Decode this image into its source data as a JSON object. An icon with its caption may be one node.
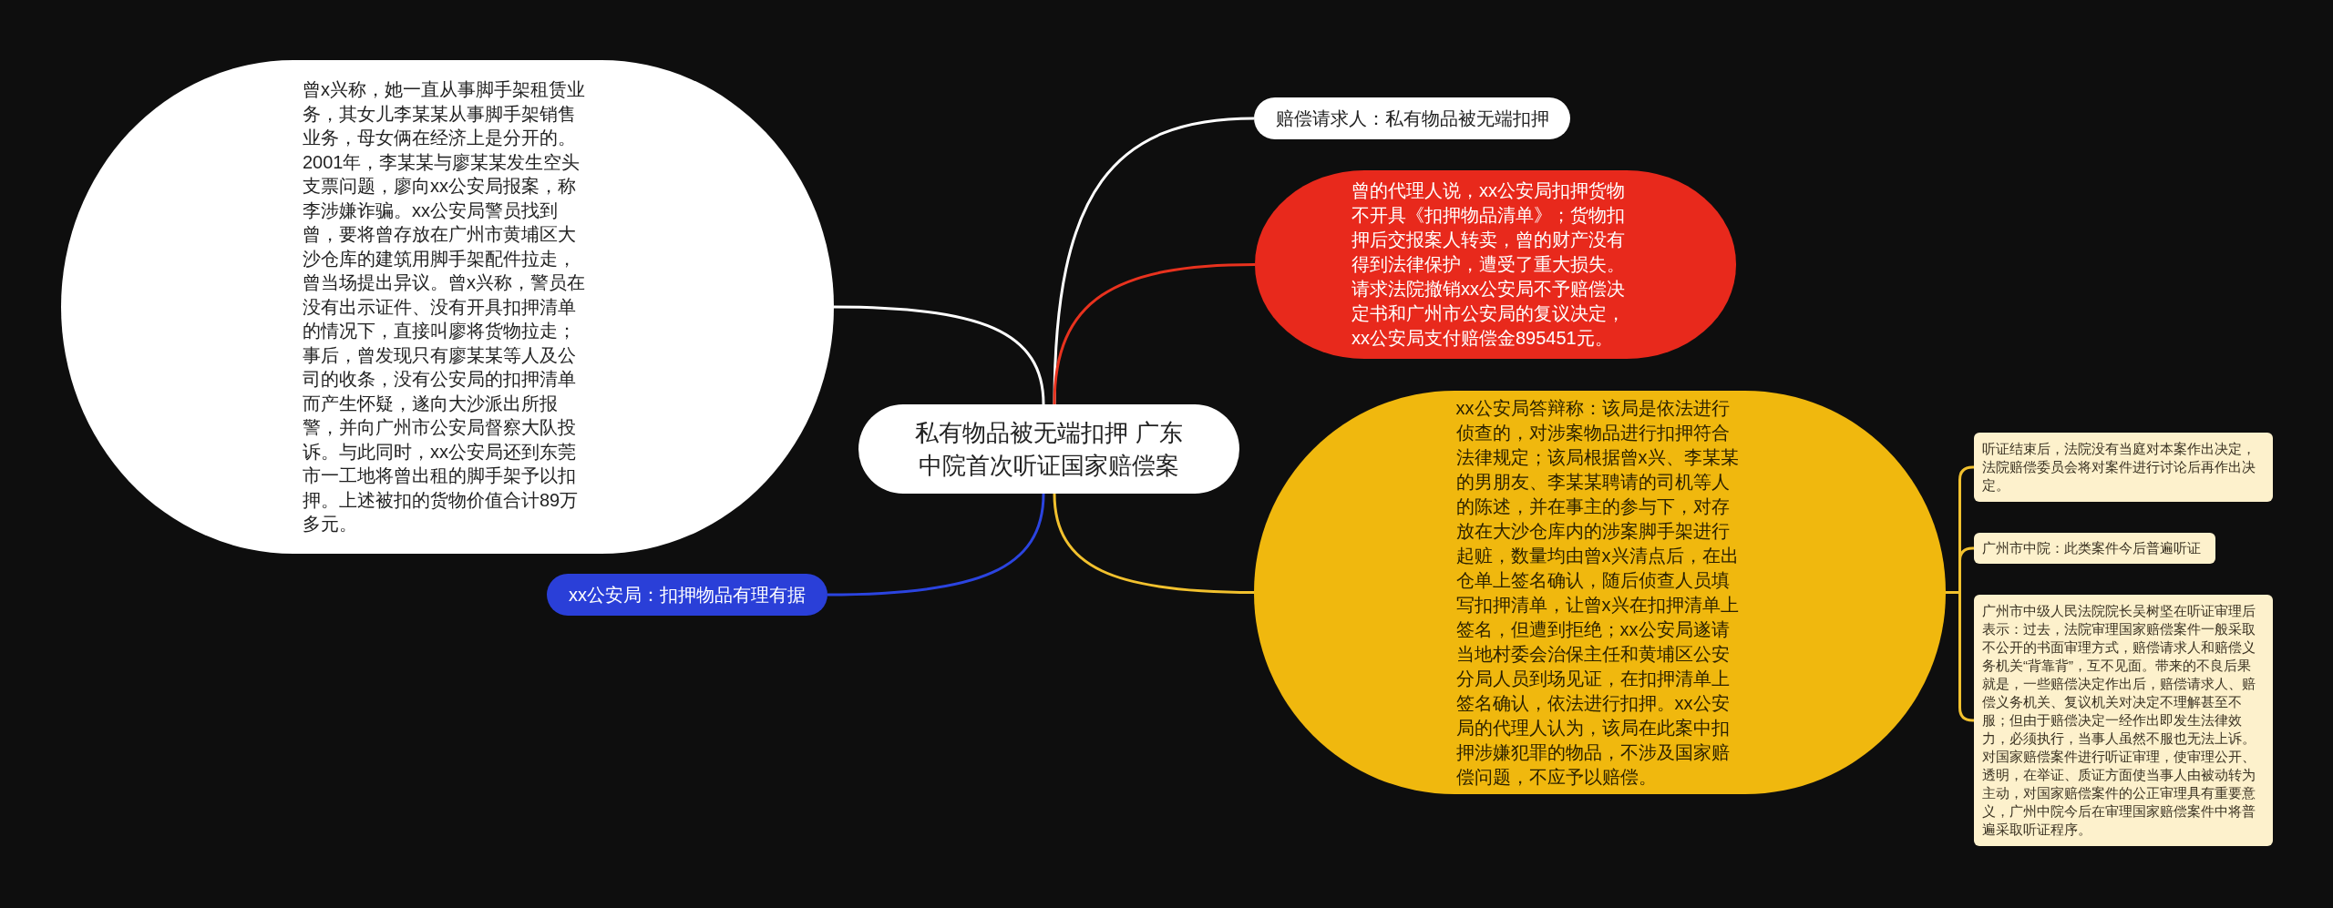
{
  "diagram": {
    "nodes": [
      {
        "text": [
          "曾x兴称，她一直从事脚手架租赁业务，其女儿李某某从事脚手架销售业务，母女俩在经济上是分开的。2001年，李某某与廖某某发生空头支票问题，廖向xx公安局报案，称李涉嫌诈骗。xx公安局警员找到曾，要将曾存放在广州市黄埔区大沙仓库的建筑用脚手架配件拉走，曾当场提出异议。曾x兴称，警员在没有出示证件、没有开具扣押清单的情况下，直接叫廖将货物拉走；事后，曾发现只有廖某某等人及公司的收条，没有公安局的扣押清单而产生怀疑，遂向大沙派出所报警，并向广州市公安局督察大队投诉。与此同时，xx公安局还到东莞市一工地将曾出租的脚手架予以扣押。上述被扣的货物价值合计89万多元。"
        ]
      },
      {
        "text": [
          "赔偿请求人：私有物品被无端扣押"
        ]
      },
      {
        "text": [
          "曾的代理人说，xx公安局扣押货物不开具《扣押物品清单》；货物扣押后交报案人转卖，曾的财产没有得到法律保护，遭受了重大损失。请求法院撤销xx公安局不予赔偿决定书和广州市公安局的复议决定，xx公安局支付赔偿金895451元。"
        ]
      },
      {
        "text": [
          "私有物品被无端扣押 广东中院首次听证国家赔偿案"
        ]
      },
      {
        "text": [
          "xx公安局：扣押物品有理有据"
        ]
      },
      {
        "text": [
          "xx公安局答辩称：该局是依法进行侦查的，对涉案物品进行扣押符合法律规定；该局根据曾x兴、李某某的男朋友、李某某聘请的司机等人的陈述，并在事主的参与下，对存放在大沙仓库内的涉案脚手架进行起赃，数量均由曾x兴清点后，在出仓单上签名确认，随后侦查人员填写扣押清单，让曾x兴在扣押清单上签名，但遭到拒绝；xx公安局遂请当地村委会治保主任和黄埔区公安分局人员到场见证，在扣押清单上签名确认，依法进行扣押。xx公安局的代理人认为，该局在此案中扣押涉嫌犯罪的物品，不涉及国家赔偿问题，不应予以赔偿。"
        ]
      },
      {
        "text": [
          "听证结束后，法院没有当庭对本案作出决定，法院赔偿委员会将对案件进行讨论后再作出决定。"
        ]
      },
      {
        "text": [
          "广州市中院：此类案件今后普遍听证"
        ]
      },
      {
        "text": [
          "广州市中级人民法院院长吴树坚在听证审理后表示：过去，法院审理国家赔偿案件一般采取不公开的书面审理方式，赔偿请求人和赔偿义务机关“背靠背”，互不见面。带来的不良后果就是，一些赔偿决定作出后，赔偿请求人、赔偿义务机关、复议机关对决定不理解甚至不服；但由于赔偿决定一经作出即发生法律效力，必须执行，当事人虽然不服也无法上诉。对国家赔偿案件进行听证审理，使审理公开、透明，在举证、质证方面使当事人由被动转为主动，对国家赔偿案件的公正审理具有重要意义，广州中院今后在审理国家赔偿案件中将普遍采取听证程序。"
        ]
      }
    ],
    "edges": [
      {
        "from": 3,
        "to": 1,
        "arrow": "none",
        "color": "#ffffff"
      },
      {
        "from": 3,
        "to": 2,
        "arrow": "none",
        "color": "#e8321e"
      },
      {
        "from": 3,
        "to": 5,
        "arrow": "none"
      },
      {
        "from": 3,
        "to": 0,
        "arrow": "none",
        "color": "#ffffff"
      },
      {
        "from": 3,
        "to": 4,
        "arrow": "none",
        "color": "#2b44e0"
      },
      {
        "from": 5,
        "to": 6,
        "arrow": "none"
      },
      {
        "from": 5,
        "to": 7,
        "arrow": "none"
      },
      {
        "from": 5,
        "to": 8,
        "arrow": "none"
      }
    ]
  }
}
